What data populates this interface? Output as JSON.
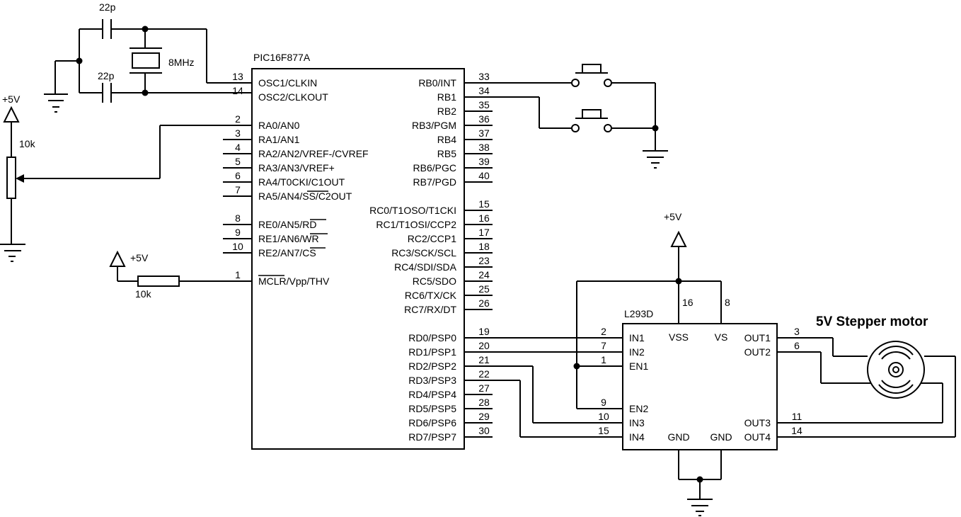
{
  "mcu": {
    "name": "PIC16F877A",
    "left_pins": [
      {
        "num": "13",
        "label": "OSC1/CLKIN"
      },
      {
        "num": "14",
        "label": "OSC2/CLKOUT"
      },
      {
        "num": "2",
        "label": "RA0/AN0"
      },
      {
        "num": "3",
        "label": "RA1/AN1"
      },
      {
        "num": "4",
        "label": "RA2/AN2/VREF-/CVREF"
      },
      {
        "num": "5",
        "label": "RA3/AN3/VREF+"
      },
      {
        "num": "6",
        "label": "RA4/T0CKI/C1OUT"
      },
      {
        "num": "7",
        "label": "RA5/AN4/SS/C2OUT"
      },
      {
        "num": "8",
        "label": "RE0/AN5/RD"
      },
      {
        "num": "9",
        "label": "RE1/AN6/WR"
      },
      {
        "num": "10",
        "label": "RE2/AN7/CS"
      },
      {
        "num": "1",
        "label": "MCLR/Vpp/THV"
      }
    ],
    "right_pins": [
      {
        "num": "33",
        "label": "RB0/INT"
      },
      {
        "num": "34",
        "label": "RB1"
      },
      {
        "num": "35",
        "label": "RB2"
      },
      {
        "num": "36",
        "label": "RB3/PGM"
      },
      {
        "num": "37",
        "label": "RB4"
      },
      {
        "num": "38",
        "label": "RB5"
      },
      {
        "num": "39",
        "label": "RB6/PGC"
      },
      {
        "num": "40",
        "label": "RB7/PGD"
      },
      {
        "num": "15",
        "label": "RC0/T1OSO/T1CKI"
      },
      {
        "num": "16",
        "label": "RC1/T1OSI/CCP2"
      },
      {
        "num": "17",
        "label": "RC2/CCP1"
      },
      {
        "num": "18",
        "label": "RC3/SCK/SCL"
      },
      {
        "num": "23",
        "label": "RC4/SDI/SDA"
      },
      {
        "num": "24",
        "label": "RC5/SDO"
      },
      {
        "num": "25",
        "label": "RC6/TX/CK"
      },
      {
        "num": "26",
        "label": "RC7/RX/DT"
      },
      {
        "num": "19",
        "label": "RD0/PSP0"
      },
      {
        "num": "20",
        "label": "RD1/PSP1"
      },
      {
        "num": "21",
        "label": "RD2/PSP2"
      },
      {
        "num": "22",
        "label": "RD3/PSP3"
      },
      {
        "num": "27",
        "label": "RD4/PSP4"
      },
      {
        "num": "28",
        "label": "RD5/PSP5"
      },
      {
        "num": "29",
        "label": "RD6/PSP6"
      },
      {
        "num": "30",
        "label": "RD7/PSP7"
      }
    ]
  },
  "driver": {
    "name": "L293D",
    "left_pins": [
      {
        "num": "2",
        "label": "IN1"
      },
      {
        "num": "7",
        "label": "IN2"
      },
      {
        "num": "1",
        "label": "EN1"
      },
      {
        "num": "9",
        "label": "EN2"
      },
      {
        "num": "10",
        "label": "IN3"
      },
      {
        "num": "15",
        "label": "IN4"
      }
    ],
    "right_pins": [
      {
        "num": "3",
        "label": "OUT1"
      },
      {
        "num": "6",
        "label": "OUT2"
      },
      {
        "num": "11",
        "label": "OUT3"
      },
      {
        "num": "14",
        "label": "OUT4"
      }
    ],
    "top_pins": [
      {
        "num": "16",
        "label": "VSS"
      },
      {
        "num": "8",
        "label": "VS"
      }
    ],
    "bottom_labels": [
      "GND",
      "GND"
    ]
  },
  "labels": {
    "cap_top": "22p",
    "cap_bottom": "22p",
    "crystal": "8MHz",
    "pot_value": "10k",
    "pot_supply": "+5V",
    "mclr_resistor": "10k",
    "mclr_supply": "+5V",
    "driver_supply": "+5V",
    "motor": "5V Stepper motor"
  }
}
